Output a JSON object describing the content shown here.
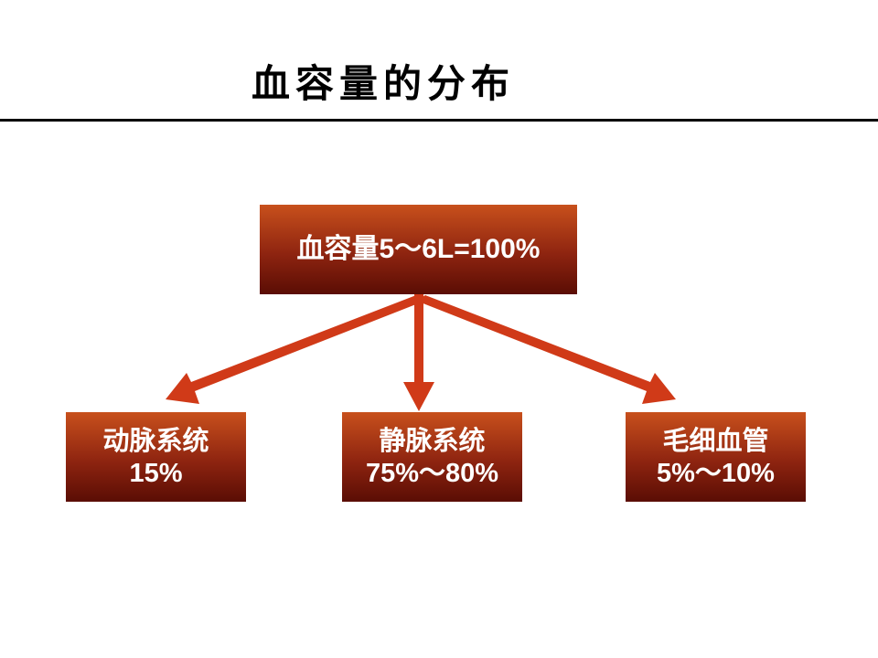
{
  "title": "血容量的分布",
  "root": {
    "label_cn": "血容量",
    "label_value": "5～6L=100%"
  },
  "children": [
    {
      "name": "动脉系统",
      "value": "15%"
    },
    {
      "name": "静脉系统",
      "value": "75%～80%"
    },
    {
      "name": "毛细血管",
      "value": "5%～10%"
    }
  ],
  "colors": {
    "box_top": "#c8501c",
    "box_bottom": "#5a0d04",
    "arrow": "#d03a18",
    "text": "#ffffff"
  }
}
